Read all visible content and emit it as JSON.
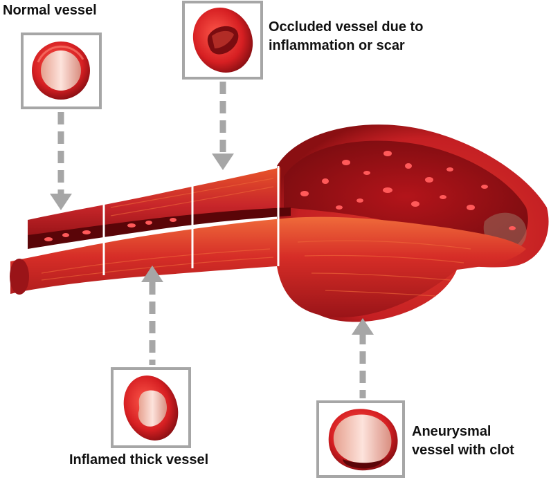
{
  "labels": {
    "normal": "Normal vessel",
    "occluded_line1": "Occluded vessel due to",
    "occluded_line2": "inflammation or scar",
    "inflamed": "Inflamed thick vessel",
    "aneurysm_line1": "Aneurysmal",
    "aneurysm_line2": "vessel with clot"
  },
  "colors": {
    "vessel_dark": "#8e1014",
    "vessel_mid": "#c8262a",
    "vessel_bright": "#e8382c",
    "vessel_orange": "#e8542a",
    "lumen_pink": "#f3b2a6",
    "box_border": "#a6a6a6",
    "arrow_gray": "#a6a6a6"
  }
}
